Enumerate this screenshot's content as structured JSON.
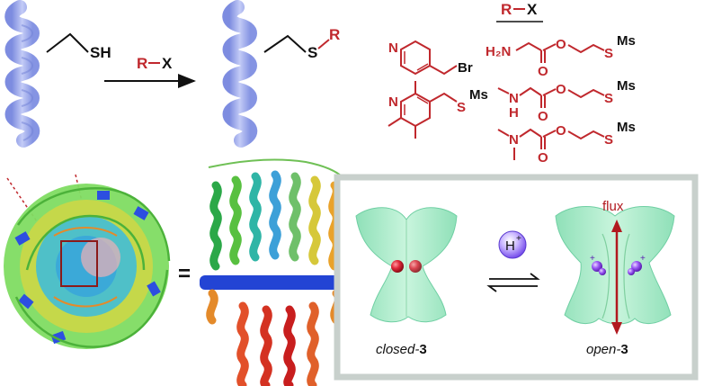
{
  "reaction": {
    "thiol_label": "SH",
    "reagent_r": "R",
    "reagent_x": "X",
    "product_s": "S",
    "product_r": "R"
  },
  "reagents_panel": {
    "header_r": "R",
    "header_x": "X",
    "br": "Br",
    "h2n": "H₂N",
    "nh": "N",
    "nh_h": "H",
    "nme2": "N",
    "py_n": "N",
    "s": "S",
    "ms": "Ms",
    "o": "O"
  },
  "equals_sign": "=",
  "channel_panel": {
    "flux_label": "flux",
    "proton_label": "H",
    "proton_charge": "+",
    "closed_prefix": "closed-",
    "closed_num": "3",
    "open_prefix": "open-",
    "open_num": "3"
  },
  "colors": {
    "helix": "#a9b4ee",
    "helix_dark": "#6f7fd6",
    "reagent_red": "#c0282d",
    "panel_border": "#c8d0cc",
    "channel_fill": "#a8e9c8",
    "channel_dark": "#6fcfa3",
    "flux_arrow": "#b1191f",
    "proton_ball": "#8a3cf0"
  }
}
